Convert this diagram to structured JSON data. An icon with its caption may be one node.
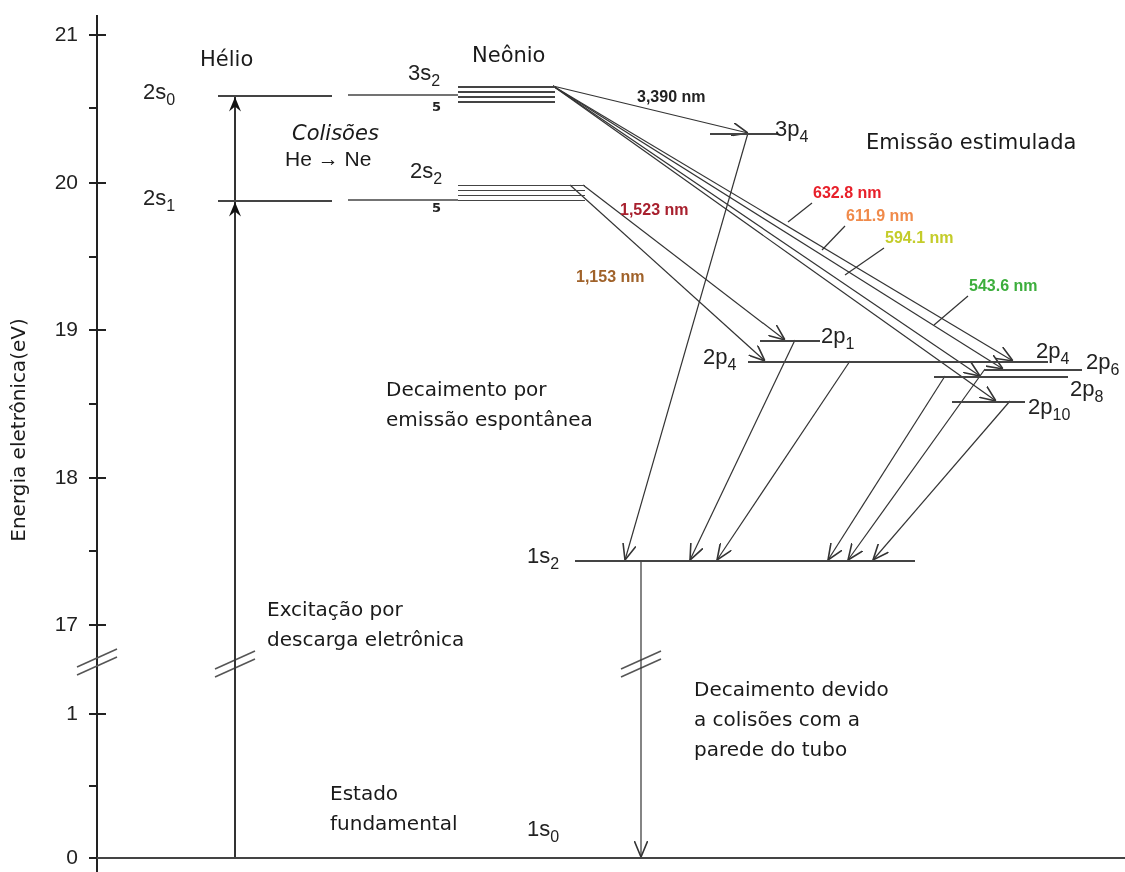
{
  "diagram": {
    "nodes": [
      {
        "text": [
          "2s$_{0}$"
        ]
      },
      {
        "text": [
          "2s$_{1}$"
        ]
      },
      {
        "text": [
          "3s$_{2}$",
          "5"
        ]
      },
      {
        "text": [
          "2s$_{2}$",
          "5"
        ]
      },
      {
        "text": [
          "3p$_{4}$"
        ]
      },
      {
        "text": [
          "2p$_{1}$"
        ]
      },
      {
        "text": [
          "2p$_{4}$",
          "2p$_{4}$"
        ]
      },
      {
        "text": [
          "2p$_{6}$"
        ]
      },
      {
        "text": [
          "2p$_{8}$"
        ]
      },
      {
        "text": [
          "2p$_{10}$"
        ]
      },
      {
        "text": [
          "1s$_{2}$"
        ]
      },
      {
        "text": [
          "1s$_{0}$"
        ]
      },
      {
        "text": [
          "632.8 nm"
        ]
      },
      {
        "text": [
          "611.9 nm"
        ]
      },
      {
        "text": [
          "594.1 nm"
        ]
      },
      {
        "text": [
          "543.6 nm"
        ]
      }
    ],
    "edges": [
      {
        "from": 11,
        "to": 1,
        "arrow": "to"
      },
      {
        "from": 1,
        "to": 0,
        "arrow": "to"
      },
      {
        "from": 2,
        "to": 4,
        "arrow": "to",
        "label": "3,390 nm"
      },
      {
        "from": 2,
        "to": 6,
        "arrow": "to"
      },
      {
        "from": 2,
        "to": 7,
        "arrow": "to"
      },
      {
        "from": 2,
        "to": 8,
        "arrow": "to"
      },
      {
        "from": 2,
        "to": 9,
        "arrow": "to"
      },
      {
        "from": 3,
        "to": 5,
        "arrow": "to",
        "label": "1,523 nm"
      },
      {
        "from": 3,
        "to": 6,
        "arrow": "to",
        "label": "1,153 nm"
      },
      {
        "from": 4,
        "to": 10,
        "arrow": "to"
      },
      {
        "from": 5,
        "to": 10,
        "arrow": "to"
      },
      {
        "from": 6,
        "to": 10,
        "arrow": "to"
      },
      {
        "from": 8,
        "to": 10,
        "arrow": "to"
      },
      {
        "from": 7,
        "to": 10,
        "arrow": "to"
      },
      {
        "from": 9,
        "to": 10,
        "arrow": "to"
      },
      {
        "from": 10,
        "to": 11,
        "arrow": "to"
      },
      {
        "from": 12,
        "to": null,
        "arrow": "none"
      },
      {
        "from": 13,
        "to": null,
        "arrow": "none"
      },
      {
        "from": 14,
        "to": null,
        "arrow": "none"
      },
      {
        "from": 15,
        "to": null,
        "arrow": "none"
      }
    ],
    "labels": [
      "21",
      "Hélio",
      "Neônio",
      "Colisões",
      "He → Ne",
      "Emissão estimulada",
      "20",
      "19",
      "Energia eletrônica(eV)",
      "Decaimento por emissão espontânea",
      "18",
      "17",
      "Excitação por descarga eletrônica",
      "1",
      "Decaimento devido a colisões com a parede do tubo",
      "Estado fundamental",
      "0"
    ]
  }
}
